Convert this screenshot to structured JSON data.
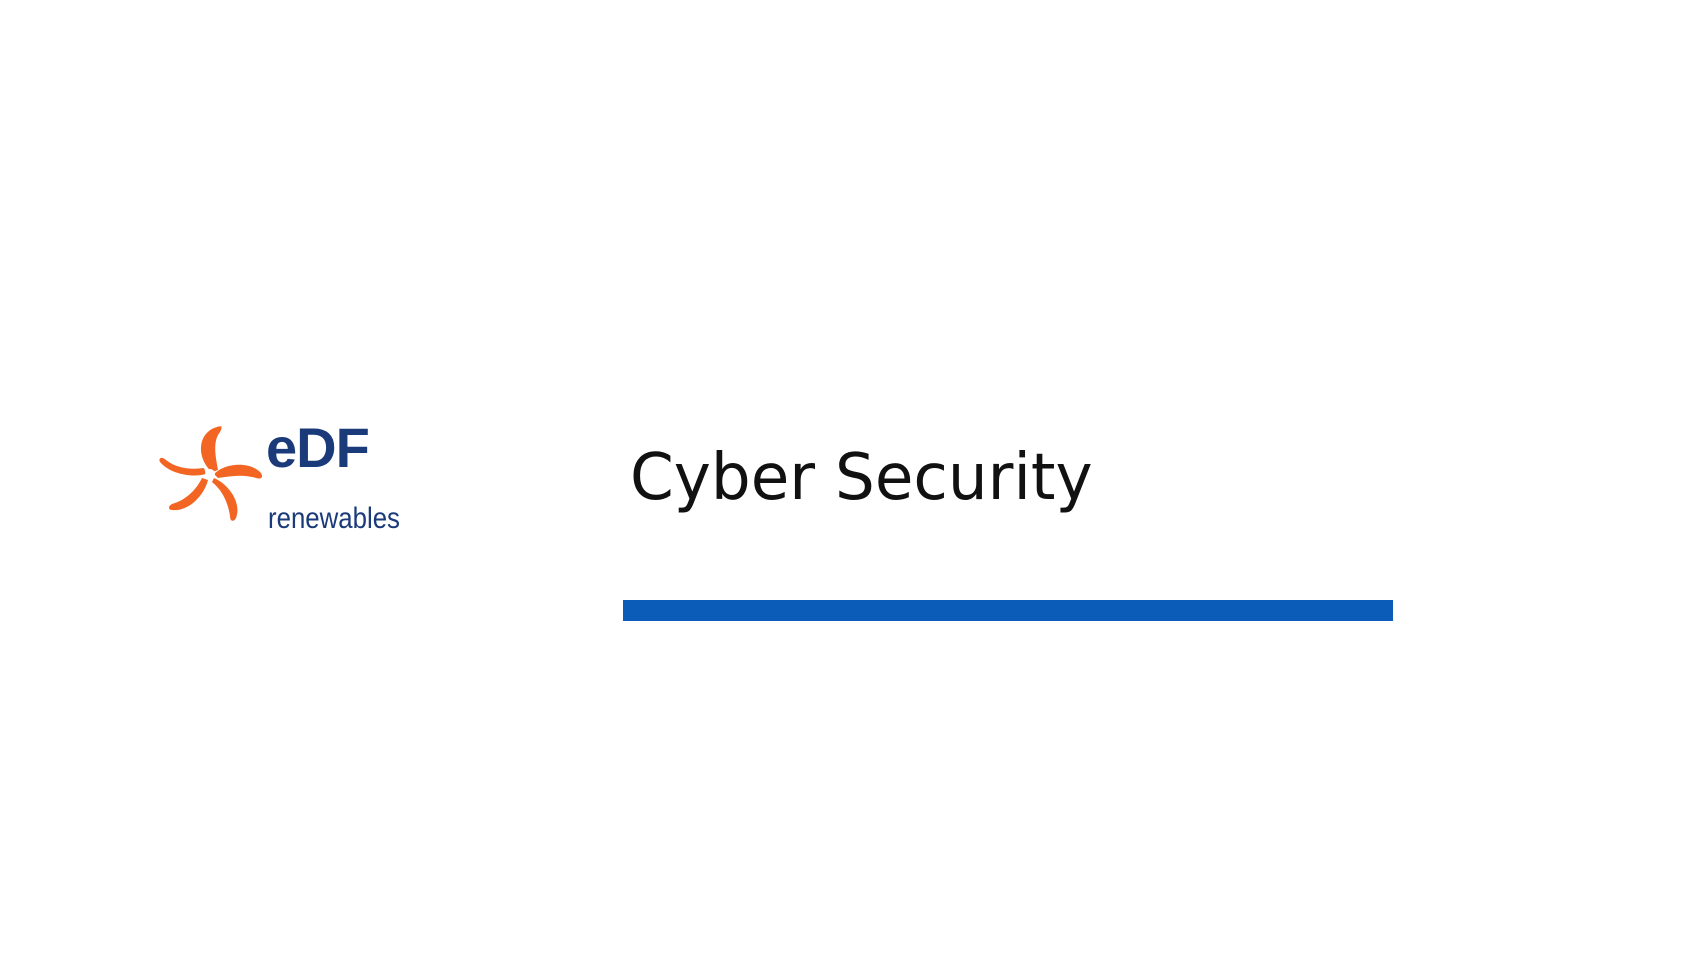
{
  "slide": {
    "title": "Cyber Security",
    "accent_color": "#0b5cb8"
  },
  "logo": {
    "brand": "eDF",
    "tagline": "renewables",
    "icon": "edf-flower-icon",
    "brand_color": "#1b3a7a",
    "flower_color": "#f26522"
  }
}
